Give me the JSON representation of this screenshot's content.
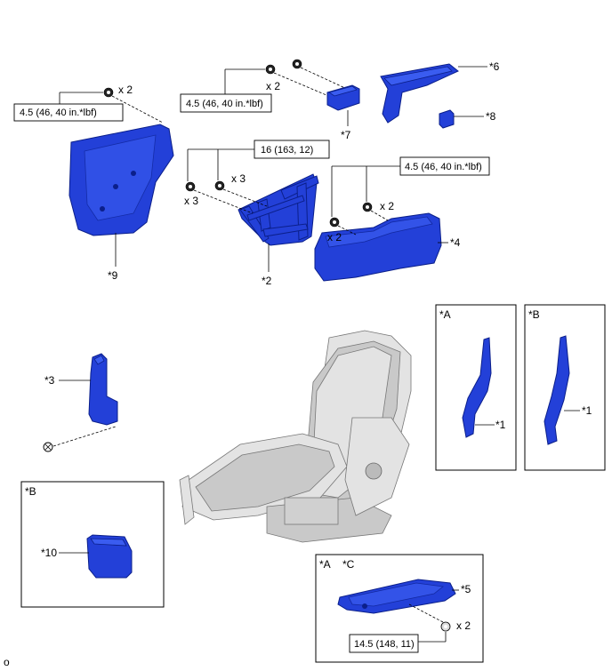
{
  "torque_specs": {
    "t1": "4.5 (46, 40 in.*lbf)",
    "t2": "4.5 (46, 40 in.*lbf)",
    "t3": "16 (163, 12)",
    "t4": "4.5 (46, 40 in.*lbf)",
    "t5": "14.5 (148, 11)"
  },
  "quantities": {
    "q9": "x 2",
    "q7": "x 2",
    "q2a": "x 3",
    "q2b": "x 3",
    "q4a": "x 2",
    "q4b": "x 2",
    "q5": "x 2"
  },
  "part_labels": {
    "p1a": "*1",
    "p1b": "*1",
    "p2": "*2",
    "p3": "*3",
    "p4": "*4",
    "p5": "*5",
    "p6": "*6",
    "p7": "*7",
    "p8": "*8",
    "p9": "*9",
    "p10": "*10"
  },
  "panel_labels": {
    "panel_a": "*A",
    "panel_b": "*B",
    "panel_b2": "*B",
    "panel_ac_a": "*A",
    "panel_ac_c": "*C"
  },
  "footer": {
    "code": "o"
  },
  "colors": {
    "part": "#2340d8",
    "seat": "#e3e3e3"
  }
}
